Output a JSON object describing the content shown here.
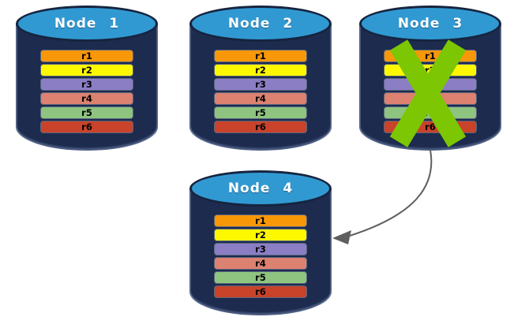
{
  "diagram": {
    "description": "database-replication-diagram",
    "rows": [
      "r1",
      "r2",
      "r3",
      "r4",
      "r5",
      "r6"
    ],
    "row_colors": [
      "#F89708",
      "#FDF800",
      "#8B7EC4",
      "#DD8170",
      "#8EC47F",
      "#C8432A"
    ],
    "nodes": [
      {
        "label": "Node 1",
        "failed": false
      },
      {
        "label": "Node 2",
        "failed": false
      },
      {
        "label": "Node 3",
        "failed": true
      },
      {
        "label": "Node 4",
        "failed": false
      }
    ],
    "colors": {
      "cylinder_body": "#1C2B4E",
      "cylinder_top": "#3199D2",
      "title_text": "#FFFFFF",
      "row_text": "#000000",
      "fail_x": "#7CC603",
      "arrow": "#5F5F5F",
      "background": "#FFFFFF"
    }
  }
}
